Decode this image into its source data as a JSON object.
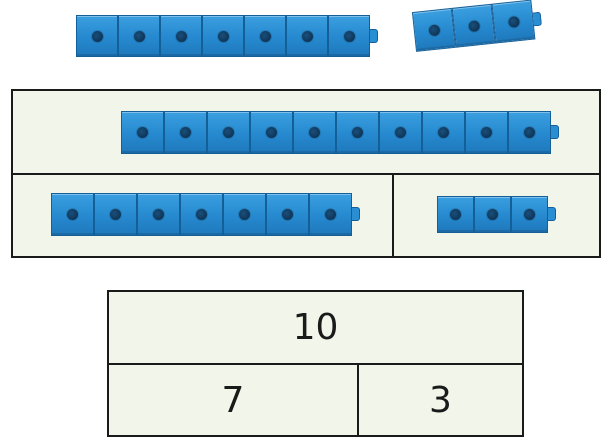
{
  "loose_cubes": {
    "train_a_count": 7,
    "train_b_count": 3,
    "color": "#2689cf"
  },
  "cube_bar_model": {
    "whole_count": 10,
    "part_a_count": 7,
    "part_b_count": 3,
    "box_fill": "#f2f5e9"
  },
  "number_bar_model": {
    "whole": "10",
    "part_a": "7",
    "part_b": "3"
  }
}
